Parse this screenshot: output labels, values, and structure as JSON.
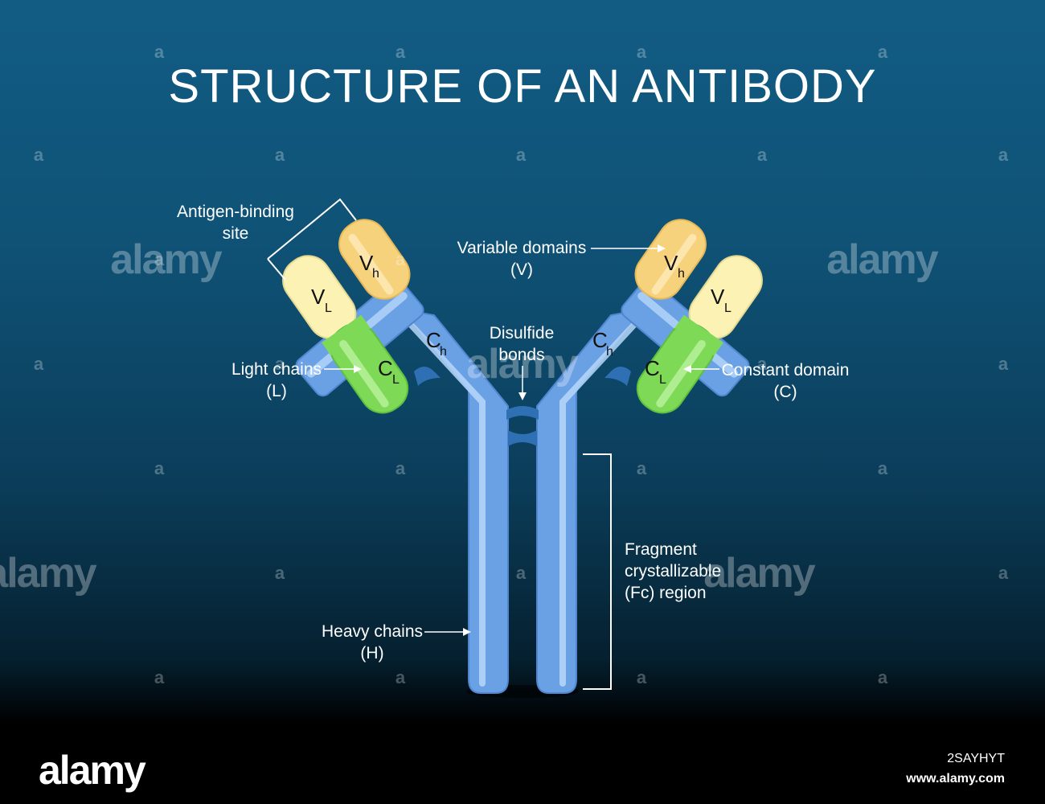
{
  "title": "STRUCTURE OF AN ANTIBODY",
  "labels": {
    "antigen_binding_line1": "Antigen-binding",
    "antigen_binding_line2": "site",
    "variable_line1": "Variable domains",
    "variable_line2": "(V)",
    "disulfide_line1": "Disulfide",
    "disulfide_line2": "bonds",
    "light_line1": "Light chains",
    "light_line2": "(L)",
    "constant_line1": "Constant domain",
    "constant_line2": "(C)",
    "fc_line1": "Fragment",
    "fc_line2": "crystallizable",
    "fc_line3": "(Fc) region",
    "heavy_line1": "Heavy chains",
    "heavy_line2": "(H)"
  },
  "domains": {
    "v_main": "V",
    "c_main": "C",
    "h_sub": "h",
    "l_sub": "L"
  },
  "colors": {
    "heavy_chain": "#74a9ea",
    "heavy_highlight": "#a9cff7",
    "variable_heavy": "#f7d27c",
    "variable_light": "#fbf2b4",
    "constant_light": "#7ed957",
    "disulfide": "#2f6fb3"
  },
  "watermark": {
    "logo": "alamy",
    "glyph": "a",
    "image_id": "2SAYHYT",
    "url": "www.alamy.com"
  }
}
